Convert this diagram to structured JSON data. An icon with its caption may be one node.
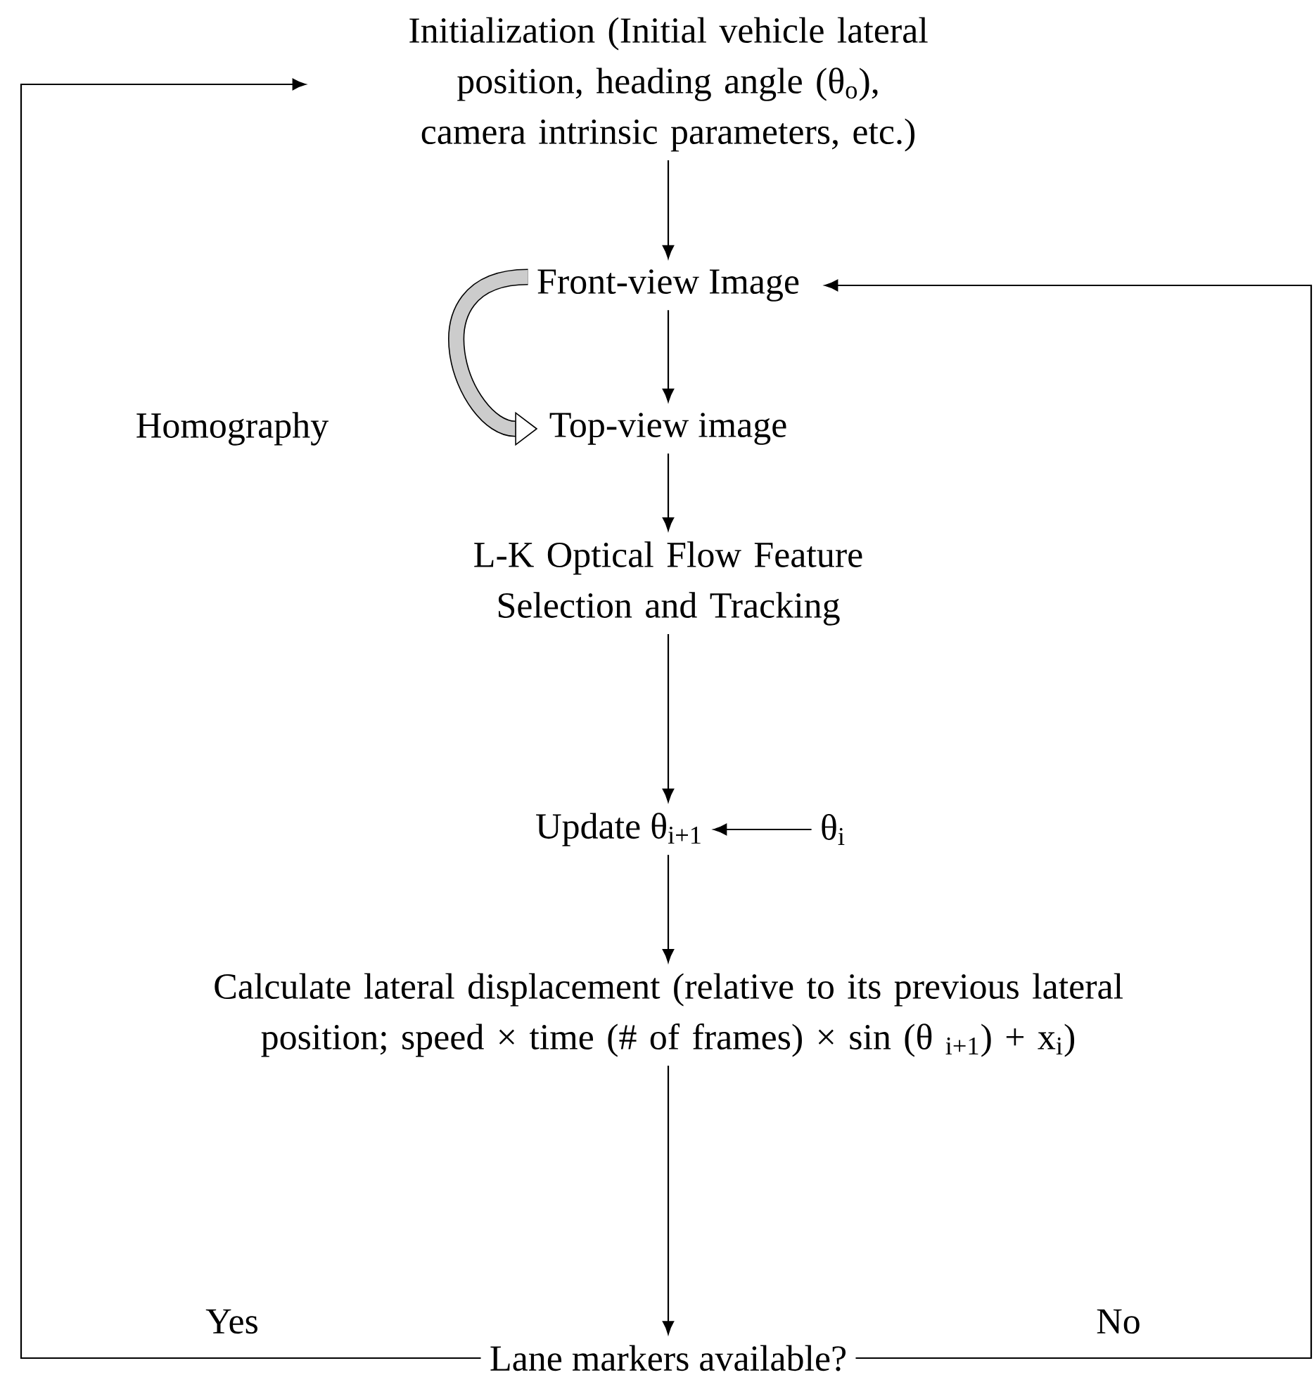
{
  "diagram": {
    "nodes": [
      {
        "text": [
          "Initialization (Initial vehicle lateral position, heading angle (θ$_{o}$), camera intrinsic parameters, etc.)"
        ]
      },
      {
        "text": [
          "Front-view Image"
        ]
      },
      {
        "text": [
          "Top-view image"
        ]
      },
      {
        "text": [
          "L-K Optical Flow Feature Selection and Tracking"
        ]
      },
      {
        "text": [
          "Update  θ$_{i+1}$"
        ]
      },
      {
        "text": [
          "θ$_{i}$"
        ]
      },
      {
        "text": [
          "Calculate lateral displacement (relative to its previous lateral position; speed × time (# of frames) × sin (θ $_{i+1}$) + x$_{i}$)"
        ]
      },
      {
        "text": [
          "Lane markers available?"
        ]
      }
    ],
    "edges": [
      {
        "from": 0,
        "to": 1,
        "arrow": "to"
      },
      {
        "from": 1,
        "to": 2,
        "arrow": "to"
      },
      {
        "from": 1,
        "to": 2,
        "arrow": "to",
        "style": "thick",
        "label": "Homography"
      },
      {
        "from": 2,
        "to": 3,
        "arrow": "to"
      },
      {
        "from": 3,
        "to": 4,
        "arrow": "to"
      },
      {
        "from": 5,
        "to": 4,
        "arrow": "to"
      },
      {
        "from": 4,
        "to": 6,
        "arrow": "to"
      },
      {
        "from": 6,
        "to": 7,
        "arrow": "to"
      },
      {
        "from": 7,
        "to": 0,
        "arrow": "to",
        "label": "Yes"
      },
      {
        "from": 7,
        "to": 1,
        "arrow": "to",
        "label": "No"
      }
    ]
  }
}
